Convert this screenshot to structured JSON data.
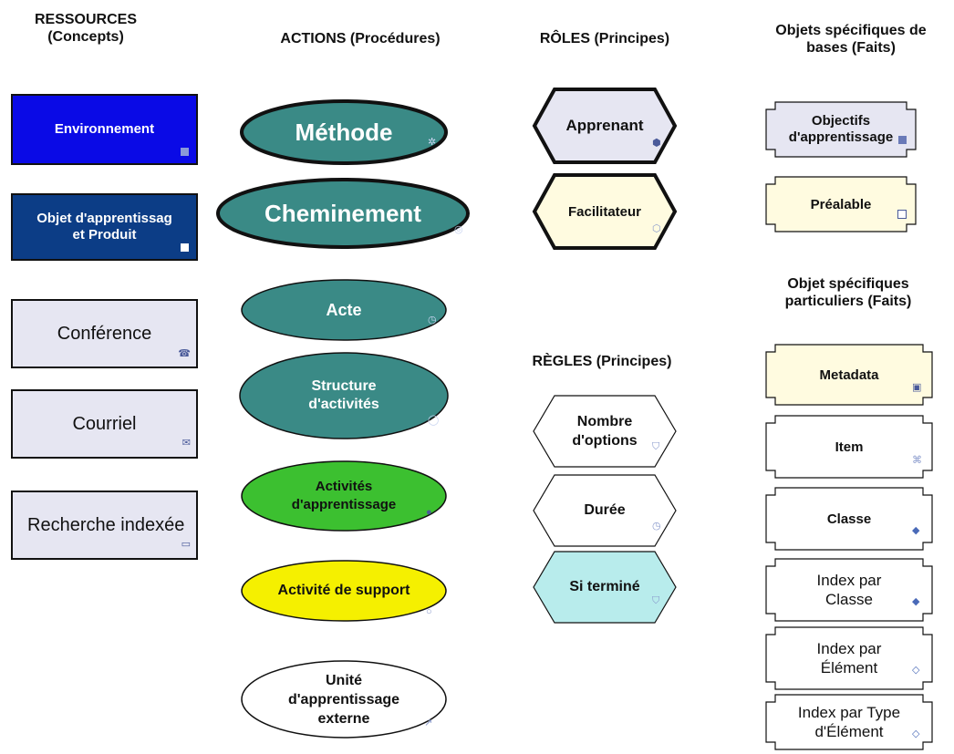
{
  "headers": {
    "ressources": "RESSOURCES\n(Concepts)",
    "actions": "ACTIONS (Procédures)",
    "roles": "RÔLES (Principes)",
    "objets_bases": "Objets spécifiques de\nbases (Faits)",
    "regles": "RÈGLES (Principes)",
    "objets_particuliers": "Objet spécifiques\nparticuliers (Faits)"
  },
  "ressources": [
    {
      "label": "Environnement",
      "color": "#0a0ae6",
      "icon": "square-icon"
    },
    {
      "label": "Objet d'apprentissag\net Produit",
      "color": "#0c3d86",
      "icon": "square-icon"
    },
    {
      "label": "Conférence",
      "color": "#e6e6f2",
      "icon": "phone-icon"
    },
    {
      "label": "Courriel",
      "color": "#e6e6f2",
      "icon": "envelope-icon"
    },
    {
      "label": "Recherche indexée",
      "color": "#e6e6f2",
      "icon": "folder-icon"
    }
  ],
  "actions": [
    {
      "label": "Méthode",
      "color": "#3a8a86",
      "icon": "gear-icon"
    },
    {
      "label": "Cheminement",
      "color": "#3a8a86",
      "icon": "target-icon"
    },
    {
      "label": "Acte",
      "color": "#3a8a86",
      "icon": "clock-icon"
    },
    {
      "label": "Structure\nd'activités",
      "color": "#3a8a86",
      "icon": "circle-icon"
    },
    {
      "label": "Activités\nd'apprentissage",
      "color": "#3cc030",
      "icon": "dot-icon"
    },
    {
      "label": "Activité de support",
      "color": "#f5f000",
      "icon": "circle-icon"
    },
    {
      "label": "Unité\nd'apprentissage\nexterne",
      "color": "#ffffff",
      "icon": "arrow-icon"
    }
  ],
  "roles": [
    {
      "label": "Apprenant",
      "color": "#e6e6f2",
      "icon": "hexagon-icon"
    },
    {
      "label": "Facilitateur",
      "color": "#fffbe0",
      "icon": "hexagon-icon"
    }
  ],
  "regles": [
    {
      "label": "Nombre\nd'options",
      "color": "#ffffff",
      "icon": "shield-icon"
    },
    {
      "label": "Durée",
      "color": "#ffffff",
      "icon": "clock-icon"
    },
    {
      "label": "Si terminé",
      "color": "#b8ecec",
      "icon": "shield-icon"
    }
  ],
  "objets_bases": [
    {
      "label": "Objectifs\nd'apprentissage",
      "color": "#e6e6f2",
      "icon": "square-icon"
    },
    {
      "label": "Préalable",
      "color": "#fffbe0",
      "icon": "square-outline-icon"
    }
  ],
  "objets_particuliers": [
    {
      "label": "Metadata",
      "color": "#fffbe0",
      "icon": "square-dot-icon"
    },
    {
      "label": "Item",
      "color": "#ffffff",
      "icon": "cross-icon"
    },
    {
      "label": "Classe",
      "color": "#ffffff",
      "icon": "diamond-icon"
    },
    {
      "label": "Index par\nClasse",
      "color": "#ffffff",
      "icon": "diamond-icon"
    },
    {
      "label": "Index par\nÉlément",
      "color": "#ffffff",
      "icon": "diamond-outline-icon"
    },
    {
      "label": "Index par Type\nd'Élément",
      "color": "#ffffff",
      "icon": "diamond-outline-icon"
    }
  ]
}
